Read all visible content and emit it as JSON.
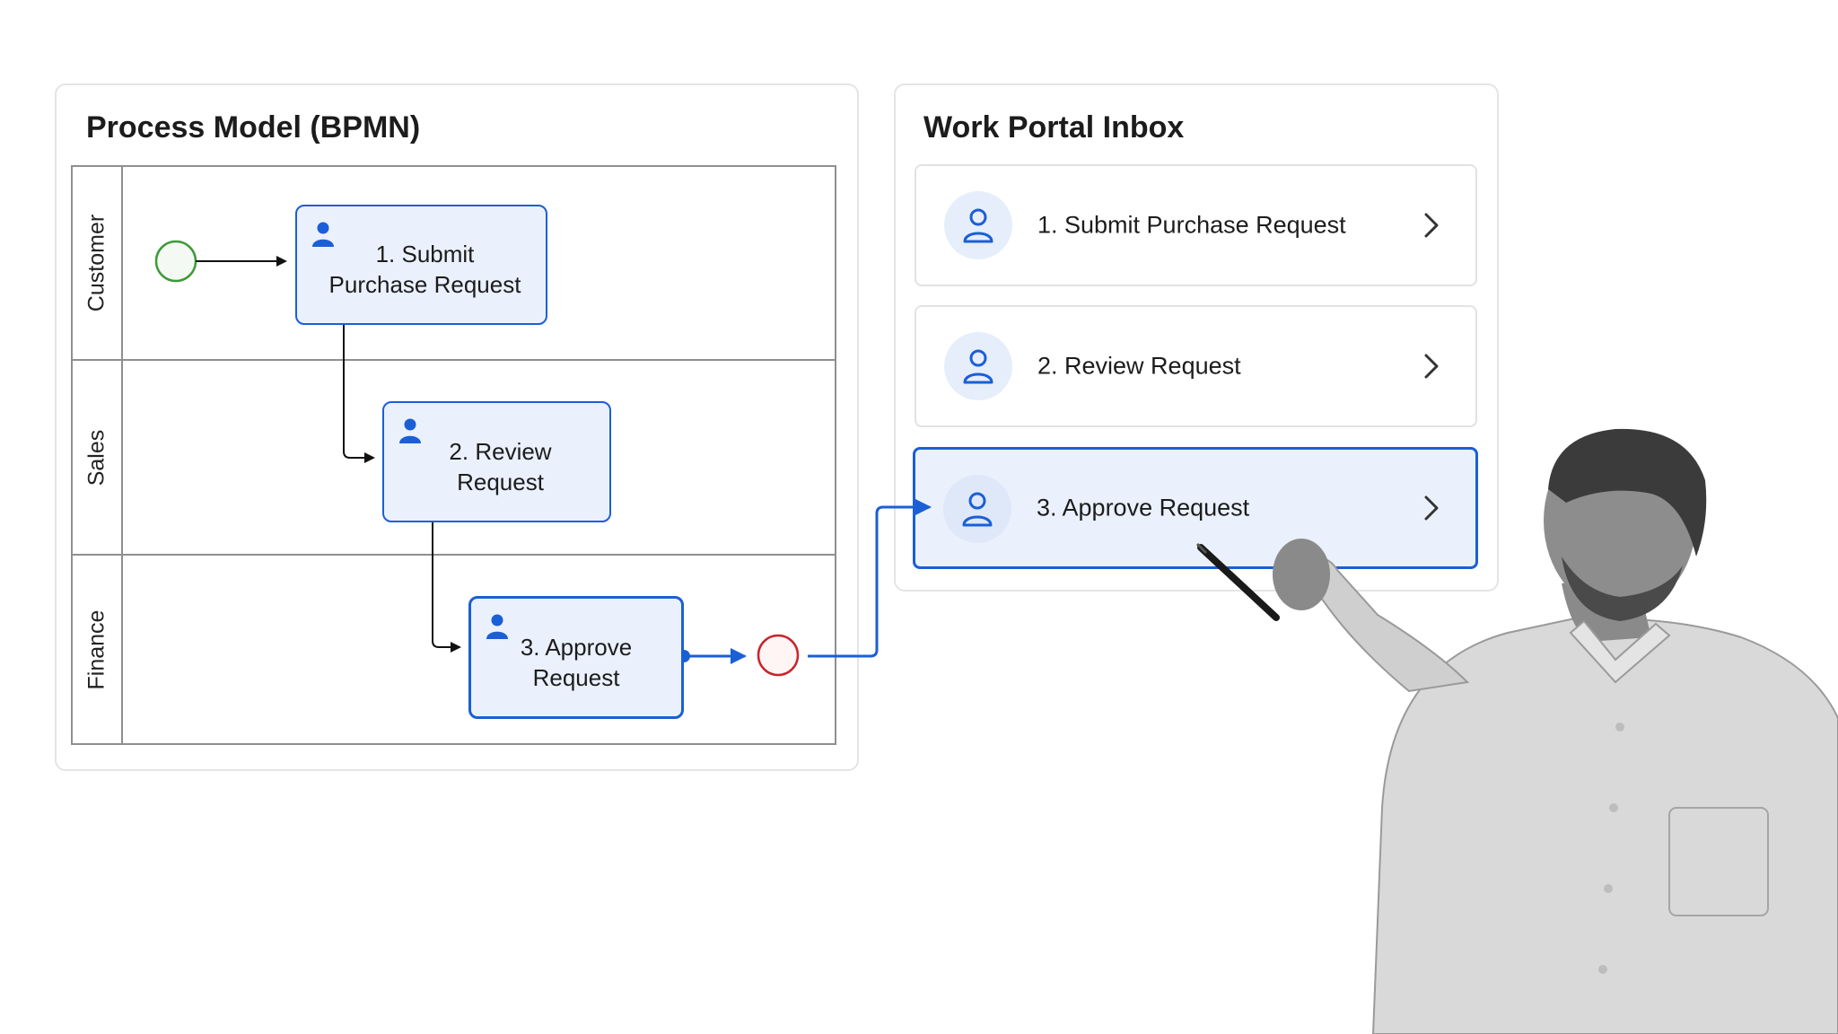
{
  "bpmn": {
    "title": "Process Model (BPMN)",
    "lanes": [
      "Customer",
      "Sales",
      "Finance"
    ],
    "tasks": [
      {
        "line1": "1. Submit",
        "line2": "Purchase Request",
        "lane": "Customer"
      },
      {
        "line1": "2. Review",
        "line2": "Request",
        "lane": "Sales"
      },
      {
        "line1": "3. Approve",
        "line2": "Request",
        "lane": "Finance"
      }
    ],
    "colors": {
      "task_border": "#1a5fd6",
      "task_fill": "#eaf1fd",
      "start_event": "#3f9a3a",
      "end_event": "#c9242b",
      "flow": "#111111",
      "highlight_flow": "#1a5fd6"
    }
  },
  "inbox": {
    "title": "Work Portal Inbox",
    "items": [
      {
        "label": "1. Submit Purchase Request",
        "selected": false
      },
      {
        "label": "2. Review Request",
        "selected": false
      },
      {
        "label": "3. Approve Request",
        "selected": true
      }
    ]
  }
}
